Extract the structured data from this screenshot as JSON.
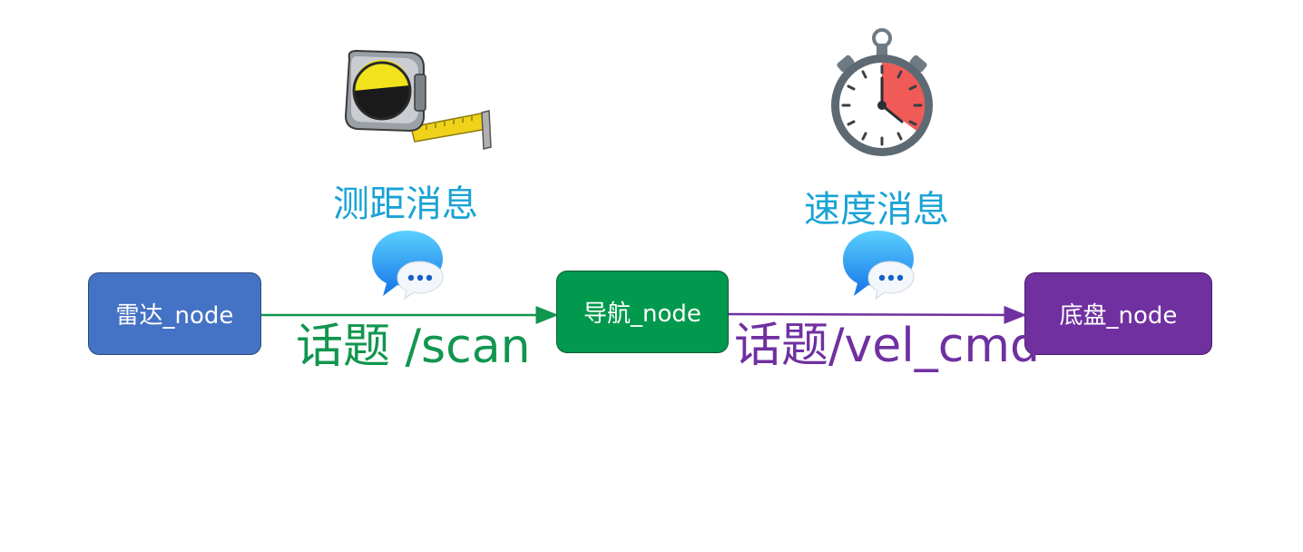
{
  "nodes": {
    "radar": "雷达_node",
    "navigation": "导航_node",
    "chassis": "底盘_node"
  },
  "messages": {
    "scan_message": "测距消息",
    "vel_message": "速度消息"
  },
  "topics": {
    "scan": "话题 /scan",
    "vel_cmd": "话题/vel_cmd"
  },
  "icons": {
    "tape_measure": "tape-measure-icon",
    "stopwatch": "stopwatch-icon",
    "chat_bubble": "chat-bubble-icon"
  },
  "colors": {
    "radar_node": "#4472c4",
    "navigation_node": "#00994d",
    "chassis_node": "#7030a0",
    "message_label": "#1aa3d6",
    "scan_topic": "#11964f",
    "vel_topic": "#7030a0"
  }
}
